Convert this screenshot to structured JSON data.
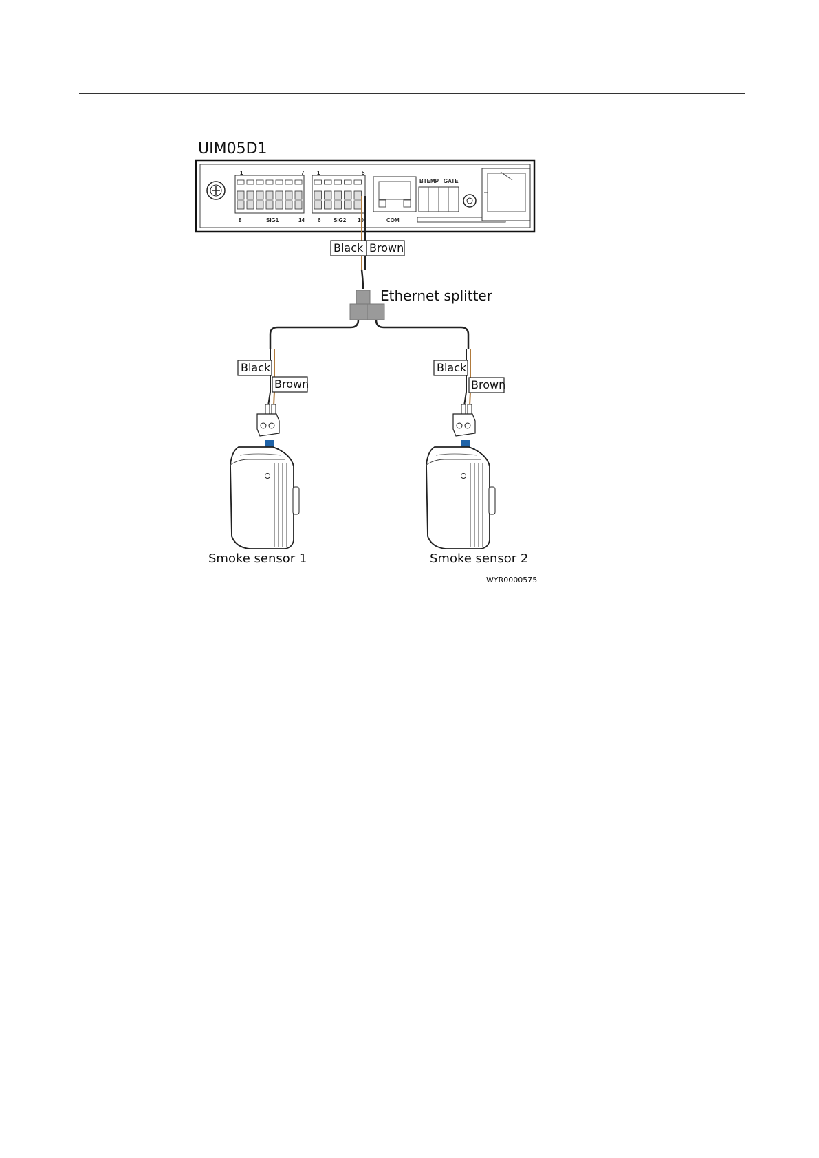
{
  "device": {
    "model": "UIM05D1",
    "port_labels": {
      "sig1_left_top": "1",
      "sig1_right_top": "7",
      "sig2_left_top": "1",
      "sig2_right_top": "5",
      "sig1_left_bottom": "8",
      "sig1_name": "SIG1",
      "sig1_right_bottom": "14",
      "sig2_left_bottom": "6",
      "sig2_name": "SIG2",
      "sig2_right_bottom": "10",
      "com": "COM",
      "btemp": "BTEMP",
      "gate": "GATE"
    }
  },
  "wires": {
    "top_black": "Black",
    "top_brown": "Brown",
    "left_black": "Black",
    "left_brown": "Brown",
    "right_black": "Black",
    "right_brown": "Brown"
  },
  "splitter": {
    "label": "Ethernet splitter"
  },
  "sensors": [
    {
      "label": "Smoke sensor 1"
    },
    {
      "label": "Smoke sensor 2"
    }
  ],
  "figure_code": "WYR0000575",
  "colors": {
    "brown_wire": "#b07a3c",
    "arrow": "#1f63a8",
    "splitter": "#9a9a9a"
  }
}
